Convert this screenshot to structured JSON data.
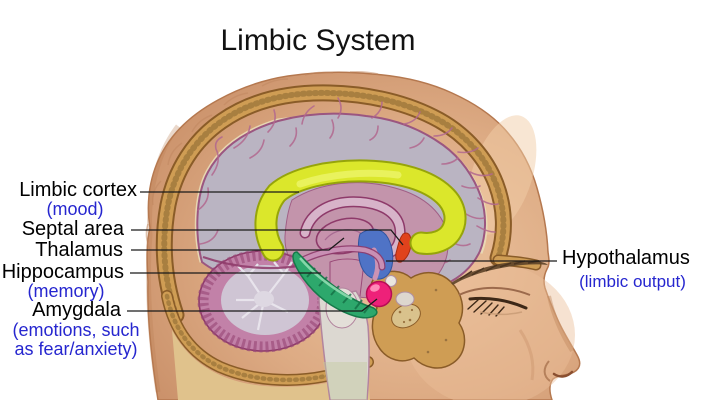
{
  "title": "Limbic System",
  "colors": {
    "label_text": "#000000",
    "label_note_blue": "#2626cf",
    "limbic_cortex_yellow": "#dbe72b",
    "hippocampus_green": "#2da86c",
    "amygdala_magenta": "#ee2179",
    "hypothalamus_blue": "#4f73c6",
    "septal_area_red": "#e0421c",
    "thalamus_mauve": "#c793ad",
    "leader_line": "#1a1a1a"
  },
  "labels": {
    "limbic_cortex": {
      "name": "Limbic cortex",
      "note": "(mood)"
    },
    "septal_area": {
      "name": "Septal area"
    },
    "thalamus": {
      "name": "Thalamus"
    },
    "hippocampus": {
      "name": "Hippocampus",
      "note": "(memory)"
    },
    "amygdala": {
      "name": "Amygdala",
      "note_lines": [
        "(emotions, such",
        "as fear/anxiety)"
      ]
    },
    "hypothalamus": {
      "name": "Hypothalamus",
      "note": "(limbic output)"
    }
  }
}
